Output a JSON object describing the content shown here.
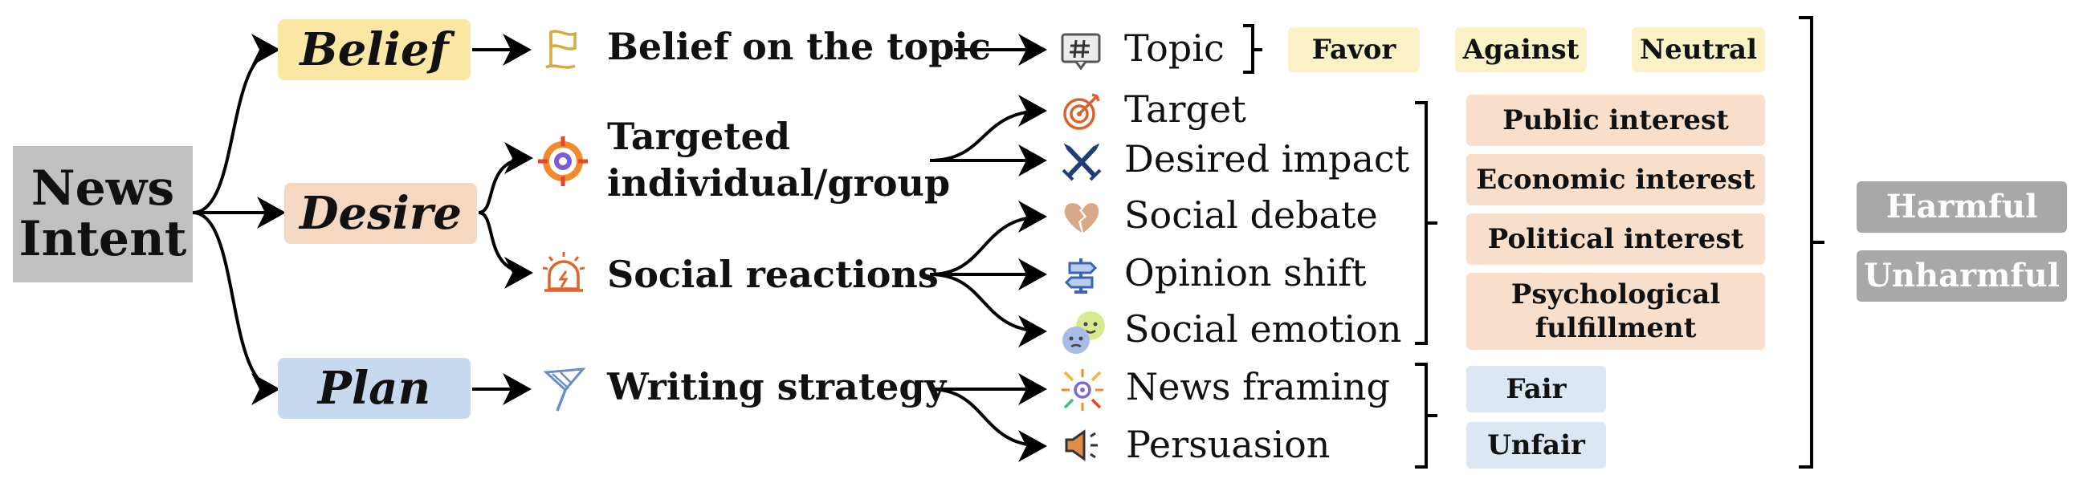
{
  "colors": {
    "root_box": "#c0c0c0",
    "belief": "#fae7a3",
    "desire": "#f5d8c2",
    "plan": "#c6d9ee",
    "stance_tag": "#fbf1c7",
    "interest_tag": "#f8dfcc",
    "fairness_tag": "#dce7f4",
    "harm_tag": "#a8a8a8",
    "harm_text": "#ffffff"
  },
  "root": {
    "label_line1": "News",
    "label_line2": "Intent"
  },
  "belief": {
    "title": "Belief",
    "icon": "flag-icon",
    "node": "Belief on the topic",
    "leaf": {
      "icon": "hashtag-icon",
      "label": "Topic"
    },
    "tags": [
      "Favor",
      "Against",
      "Neutral"
    ]
  },
  "desire": {
    "title": "Desire",
    "targeted": {
      "icon": "target-icon",
      "line1": "Targeted",
      "line2": "individual/group"
    },
    "reactions": {
      "icon": "alarm-icon",
      "label": "Social reactions"
    },
    "leaves": [
      {
        "icon": "bullseye-icon",
        "label": "Target"
      },
      {
        "icon": "swords-icon",
        "label": "Desired impact"
      },
      {
        "icon": "broken-heart-icon",
        "label": "Social debate"
      },
      {
        "icon": "signpost-icon",
        "label": "Opinion shift"
      },
      {
        "icon": "emotion-faces-icon",
        "label": "Social emotion"
      }
    ],
    "tags": [
      "Public interest",
      "Economic interest",
      "Political interest",
      "Psychological fulfillment"
    ]
  },
  "plan": {
    "title": "Plan",
    "icon": "quill-icon",
    "node": "Writing strategy",
    "leaves": [
      {
        "icon": "focus-icon",
        "label": "News framing"
      },
      {
        "icon": "megaphone-icon",
        "label": "Persuasion"
      }
    ],
    "tags": [
      "Fair",
      "Unfair"
    ]
  },
  "outcome": {
    "tags": [
      "Harmful",
      "Unharmful"
    ]
  }
}
